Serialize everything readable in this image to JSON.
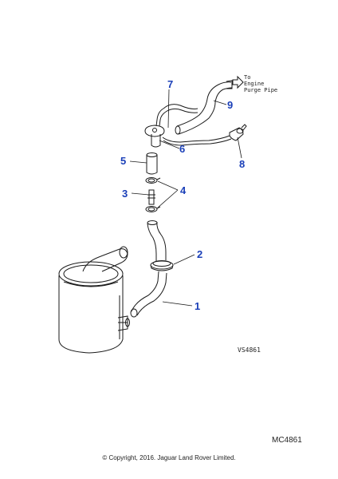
{
  "note": {
    "line1": "To",
    "line2": "Engine",
    "line3": "Purge Pipe"
  },
  "callouts": [
    "1",
    "2",
    "3",
    "4",
    "5",
    "6",
    "7",
    "8",
    "9"
  ],
  "drawing_ref": "VS4861",
  "diagram_code": "MC4861",
  "copyright": "© Copyright, 2016. Jaguar Land Rover Limited.",
  "colors": {
    "callout": "#1a3fb8",
    "line": "#1a1a1a"
  }
}
